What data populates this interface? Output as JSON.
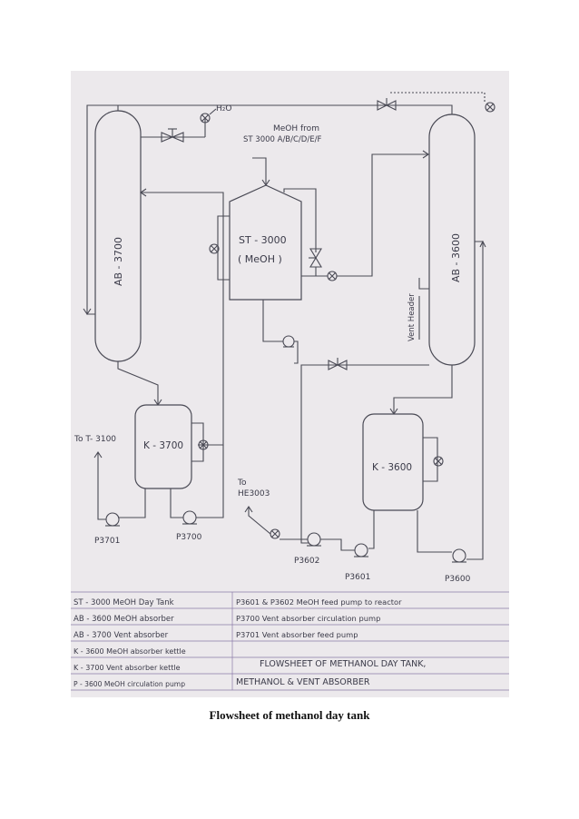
{
  "diagram": {
    "feed_note": [
      "MeOH from",
      "ST 3000 A/B/C/D/E/F"
    ],
    "h2o_label": "H₂O",
    "vessels": {
      "ab3700": "AB - 3700",
      "ab3600": "AB - 3600",
      "st3000": "ST - 3000",
      "st3000_sub": "( MeOH )",
      "k3700": "K - 3700",
      "k3600": "K - 3600"
    },
    "vent_header": "Vent Header",
    "to_t3100": "To  T- 3100",
    "to_he3003": [
      "To",
      "HE3003"
    ],
    "pumps": {
      "p3701": "P3701",
      "p3700": "P3700",
      "p3602": "P3602",
      "p3601": "P3601",
      "p3600": "P3600"
    },
    "legend_left": [
      "ST - 3000  MeOH  Day Tank",
      "AB - 3600  MeOH absorber",
      "AB - 3700  Vent absorber",
      "K - 3600  MeOH absorber kettle",
      "K - 3700  Vent absorber kettle",
      "P - 3600  MeOH circulation pump"
    ],
    "legend_right": [
      "P3601 & P3602  MeOH feed pump to reactor",
      "P3700  Vent absorber circulation pump",
      "P3701  Vent absorber feed pump"
    ],
    "sheet_title": [
      "FLOWSHEET OF METHANOL DAY TANK,",
      "METHANOL & VENT ABSORBER"
    ]
  },
  "caption": "Flowsheet of methanol day tank"
}
